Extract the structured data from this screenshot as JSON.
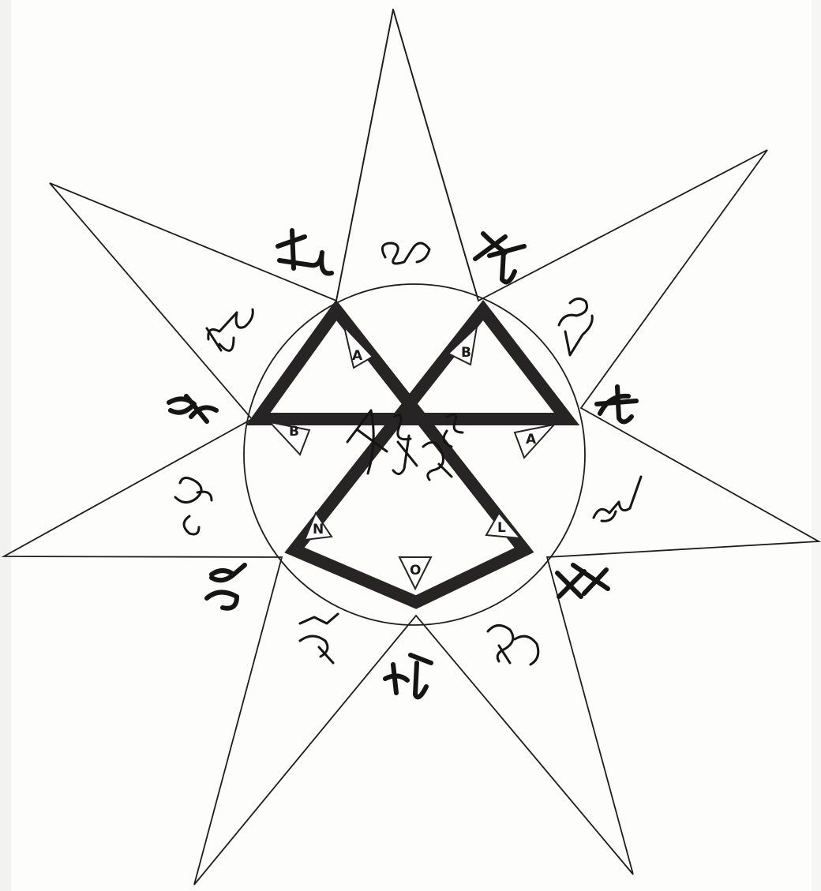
{
  "heptagram": {
    "points": 7,
    "colors": {
      "ink": "#1e1e1e",
      "band": "#262424",
      "paper": "#fdfdfc"
    }
  },
  "inner_letters": [
    {
      "name": "letter-a-upper-left",
      "text": "A"
    },
    {
      "name": "letter-b-upper-right",
      "text": "B"
    },
    {
      "name": "letter-a-right",
      "text": "A"
    },
    {
      "name": "letter-l-lower-right",
      "text": "L"
    },
    {
      "name": "letter-o-bottom",
      "text": "O"
    },
    {
      "name": "letter-n-lower-left",
      "text": "N"
    },
    {
      "name": "letter-b-left",
      "text": "B"
    }
  ]
}
